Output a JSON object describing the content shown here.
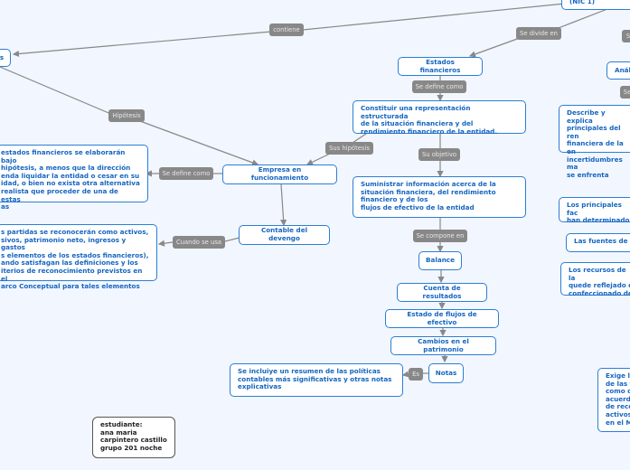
{
  "colors": {
    "background": "#f2f6fe",
    "node_border": "#2b7fd4",
    "node_text": "#1565c0",
    "link_label_bg": "#888888",
    "edge": "#888888"
  },
  "nodes": {
    "nic1": "(NIC 1)",
    "left_top": "s",
    "estados_financieros": "Estados financieros",
    "constituir": "Constituir una representación estructurada\nde la situación financiera y del\nrendimiento financiero de la entidad.",
    "suministrar": "Suministrar información acerca de la\nsituación financiera, del rendimiento\nfinanciero y de los\nflujos de efectivo de la entidad",
    "empresa": "Empresa en funcionamiento",
    "hipotesis_def": "estados financieros se elaborarán bajo\nhipótesis, a menos que la dirección\nenda liquidar la entidad o cesar en su\nidad, o bien no exista otra alternativa\nrealista que proceder de una de estas\nas",
    "contable": "Contable del devengo",
    "partidas": "s partidas se reconocerán como activos,\nsivos, patrimonio neto, ingresos y gastos\ns elementos de los estados financieros),\nando satisfagan las definiciones y los\niterios de reconocimiento previstos en el\narco Conceptual para tales elementos",
    "balance": "Balance",
    "cuenta": "Cuenta de resultados",
    "flujos": "Estado de flujos de efectivo",
    "cambios": "Cambios en el patrimonio",
    "notas": "Notas",
    "resumen": "Se incluiye un resumen de las políticas\ncontables más significativas y otras notas\nexplicativas",
    "student": "estudiante:\nana maria\ncarpintero castillo\ngrupo 201 noche",
    "analisis": "Anál",
    "describe": "Describe y explica\nprincipales del ren\nfinanciera de la en\nincertidumbres ma\nse enfrenta",
    "principales": "Los principales fac\nhan determinado",
    "fuentes": "Las fuentes de f",
    "recursos": "Los recursos de la\nquede reflejado e\nconfeccionado de",
    "exige": "Exige la\nde las f\ncomo d\nacuerd\nde reco\nactivos\nen el M"
  },
  "link_labels": {
    "contiene": "contiene",
    "hipotesis": "Hipótesis",
    "se_divide_en": "Se divide en",
    "se_define_como_ef": "Se define como",
    "sus_hipotesis": "Sus hipótesis",
    "su_objetivo": "Su objetivo",
    "se_define_como_emp": "Se define como",
    "cuando_se_usa": "Cuando se usa",
    "se_compone_en": "Se compone en",
    "es": "Es",
    "s_right_top": "S",
    "se_right": "Se"
  }
}
